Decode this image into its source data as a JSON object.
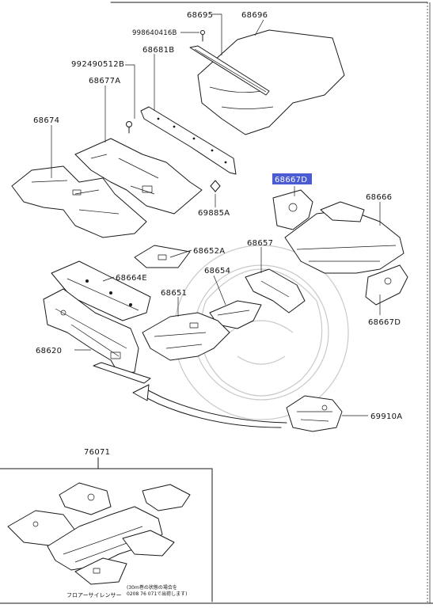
{
  "diagram": {
    "labels": {
      "p68695": "68695",
      "p68696": "68696",
      "p998640416b": "998640416B",
      "p68681b": "68681B",
      "p992490512b": "992490512B",
      "p68677a": "68677A",
      "p68674": "68674",
      "p68667d_top": "68667D",
      "p68666": "68666",
      "p69885a": "69885A",
      "p68657": "68657",
      "p68652a": "68652A",
      "p68654": "68654",
      "p68664e": "68664E",
      "p68651": "68651",
      "p68667d_bottom": "68667D",
      "p68620": "68620",
      "p69910a": "69910A",
      "p76071": "76071",
      "caption_floor_silencer": "フロアーサイレンサー",
      "note_line1": "(30m巻の状態の場合を",
      "note_line2": "0208 76 071で出荷します)"
    },
    "highlight_color": "#4a5bd4",
    "highlighted_part": "68667D"
  }
}
